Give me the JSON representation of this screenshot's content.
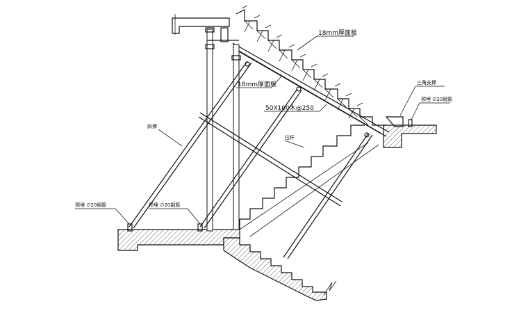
{
  "labels": {
    "formwork_top": "18mm厚面板",
    "formwork_mid": "18mm厚面板",
    "joist": "50X100木@250",
    "triangle_support": "三角支撑",
    "anchor_right": "预埋 ∅20钢筋",
    "diagonal_brace": "斜撑",
    "horizontal_tie": "拉杆",
    "anchor_left": "预埋 ∅20钢筋",
    "anchor_center": "预埋 ∅20钢筋"
  }
}
